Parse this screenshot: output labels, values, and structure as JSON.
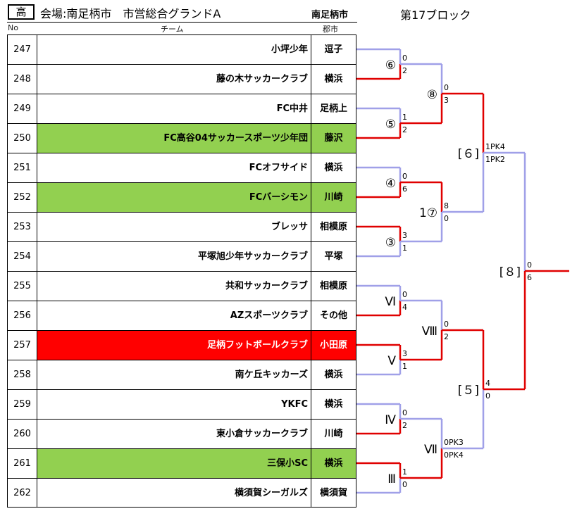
{
  "header": {
    "badge": "高",
    "title": "会場:南足柄市　市営総合グランドA",
    "city_header": "南足柄市",
    "block": "第17ブロック",
    "col_no": "No",
    "col_team": "チーム",
    "col_city": "郡市"
  },
  "colors": {
    "win_line": "#e00000",
    "lose_line": "#a0a0e8",
    "highlight_green": "#92d050",
    "highlight_red": "#ff0000"
  },
  "teams": [
    {
      "no": "247",
      "name": "小坪少年",
      "city": "逗子",
      "highlight": "none"
    },
    {
      "no": "248",
      "name": "藤の木サッカークラブ",
      "city": "横浜",
      "highlight": "none"
    },
    {
      "no": "249",
      "name": "FC中井",
      "city": "足柄上",
      "highlight": "none"
    },
    {
      "no": "250",
      "name": "FC高谷04サッカースポーツ少年団",
      "city": "藤沢",
      "highlight": "green"
    },
    {
      "no": "251",
      "name": "FCオフサイド",
      "city": "横浜",
      "highlight": "none"
    },
    {
      "no": "252",
      "name": "FCバーシモン",
      "city": "川崎",
      "highlight": "green"
    },
    {
      "no": "253",
      "name": "ブレッサ",
      "city": "相模原",
      "highlight": "none"
    },
    {
      "no": "254",
      "name": "平塚旭少年サッカークラブ",
      "city": "平塚",
      "highlight": "none"
    },
    {
      "no": "255",
      "name": "共和サッカークラブ",
      "city": "相模原",
      "highlight": "none"
    },
    {
      "no": "256",
      "name": "AZスポーツクラブ",
      "city": "その他",
      "highlight": "none"
    },
    {
      "no": "257",
      "name": "足柄フットボールクラブ",
      "city": "小田原",
      "highlight": "red"
    },
    {
      "no": "258",
      "name": "南ケ丘キッカーズ",
      "city": "横浜",
      "highlight": "none"
    },
    {
      "no": "259",
      "name": "YKFC",
      "city": "横浜",
      "highlight": "none"
    },
    {
      "no": "260",
      "name": "東小倉サッカークラブ",
      "city": "川崎",
      "highlight": "none"
    },
    {
      "no": "261",
      "name": "三保小SC",
      "city": "横浜",
      "highlight": "green"
    },
    {
      "no": "262",
      "name": "横須賀シーガルズ",
      "city": "横須賀",
      "highlight": "none"
    }
  ],
  "matches_r1": [
    {
      "label": "⑥",
      "top_score": "0",
      "bottom_score": "2",
      "winner": "bottom"
    },
    {
      "label": "⑤",
      "top_score": "1",
      "bottom_score": "2",
      "winner": "bottom"
    },
    {
      "label": "④",
      "top_score": "0",
      "bottom_score": "6",
      "winner": "bottom"
    },
    {
      "label": "③",
      "top_score": "3",
      "bottom_score": "1",
      "winner": "top"
    },
    {
      "label": "Ⅵ",
      "top_score": "0",
      "bottom_score": "4",
      "winner": "bottom"
    },
    {
      "label": "Ⅴ",
      "top_score": "3",
      "bottom_score": "1",
      "winner": "top"
    },
    {
      "label": "Ⅳ",
      "top_score": "0",
      "bottom_score": "2",
      "winner": "bottom"
    },
    {
      "label": "Ⅲ",
      "top_score": "1",
      "bottom_score": "0",
      "winner": "top"
    }
  ],
  "matches_r2": [
    {
      "label": "⑧",
      "top_score": "0",
      "bottom_score": "3",
      "winner": "bottom"
    },
    {
      "label": "1⑦",
      "top_score": "8",
      "bottom_score": "0",
      "winner": "top"
    },
    {
      "label": "Ⅷ",
      "top_score": "0",
      "bottom_score": "2",
      "winner": "bottom"
    },
    {
      "label": "Ⅶ",
      "top_score": "0PK3",
      "bottom_score": "0PK4",
      "winner": "bottom"
    }
  ],
  "matches_r3": [
    {
      "label": "[６]",
      "top_score": "1PK4",
      "bottom_score": "1PK2",
      "winner": "top"
    },
    {
      "label": "[５]",
      "top_score": "4",
      "bottom_score": "0",
      "winner": "top"
    }
  ],
  "final": {
    "label": "[８]",
    "top_score": "0",
    "bottom_score": "6",
    "winner": "bottom"
  }
}
